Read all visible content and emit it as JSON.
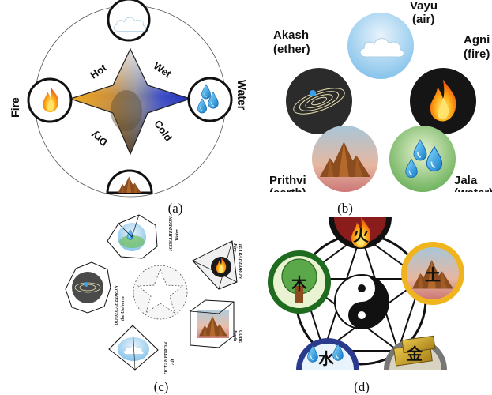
{
  "panel_a": {
    "caption": "(a)",
    "elements": {
      "fire": "Fire",
      "water": "Water"
    },
    "qualities": {
      "hot": "Hot",
      "wet": "Wet",
      "dry": "Dry",
      "cold": "Cold"
    }
  },
  "panel_b": {
    "caption": "(b)",
    "elements": [
      {
        "name": "Vayu",
        "gloss": "(air)",
        "icon": "cloud-icon"
      },
      {
        "name": "Akash",
        "gloss": "(ether)",
        "icon": "orbit-icon"
      },
      {
        "name": "Agni",
        "gloss": "(fire)",
        "icon": "flame-icon"
      },
      {
        "name": "Prithvi",
        "gloss": "(earth)",
        "icon": "mountain-icon"
      },
      {
        "name": "Jala",
        "gloss": "(water)",
        "icon": "droplets-icon"
      }
    ]
  },
  "panel_c": {
    "caption": "(c)",
    "solids": [
      {
        "name": "ICOSAHEDRON",
        "element": "Water"
      },
      {
        "name": "TETRAHEDRON",
        "element": "Fire"
      },
      {
        "name": "DODECAHEDRON",
        "element": "the Universe"
      },
      {
        "name": "CUBE",
        "element": "Earth"
      },
      {
        "name": "OCTAHEDRON",
        "element": "Air"
      }
    ]
  },
  "panel_d": {
    "caption": "(d)",
    "phases": [
      {
        "glyph": "火",
        "meaning": "fire",
        "ring_color": "#8b1c1c"
      },
      {
        "glyph": "土",
        "meaning": "earth",
        "ring_color": "#f0b41e"
      },
      {
        "glyph": "金",
        "meaning": "metal",
        "ring_color": "#777777"
      },
      {
        "glyph": "水",
        "meaning": "water",
        "ring_color": "#2a3a8c"
      },
      {
        "glyph": "木",
        "meaning": "wood",
        "ring_color": "#1f6b1f"
      }
    ]
  }
}
